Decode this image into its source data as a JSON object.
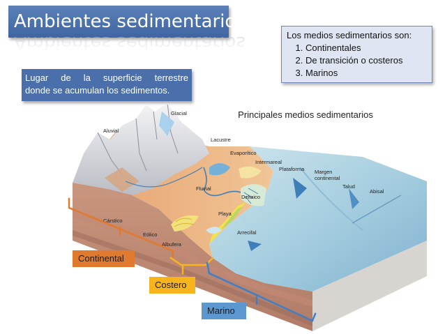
{
  "title": "Ambientes sedimentarios",
  "definition": [
    "Lugar de la superficie terrestre",
    "donde se acumulan los sedimentos."
  ],
  "list": {
    "heading": "Los medios sedimentarios son:",
    "items": [
      "Continentales",
      "De transición o costeros",
      "Marinos"
    ]
  },
  "diagram": {
    "title": "Principales medios sedimentarios",
    "labels": {
      "glacial": "Glacial",
      "aluvial": "Aluvial",
      "lacustre": "Lacustre",
      "evaporitico": "Evaporítico",
      "intermareal": "Intermareal",
      "plataforma": "Plataforma",
      "margen_1": "Margen",
      "margen_2": "continental",
      "talud": "Talud",
      "abisal": "Abisal",
      "fluvial": "Fluvial",
      "deltaico": "Deltaico",
      "playa": "Playa",
      "arrecifal": "Arrecifal",
      "carstico": "Cárstico",
      "eolico": "Eólico",
      "albufera": "Albufera"
    }
  },
  "categories": {
    "continental": "Continental",
    "costero": "Costero",
    "marino": "Marino"
  },
  "colors": {
    "title_bg": "#4a6fab",
    "continental": "#e07a2e",
    "costero": "#f7b41c",
    "marino": "#5d97cf",
    "list_bg": "#dfe5f3"
  }
}
